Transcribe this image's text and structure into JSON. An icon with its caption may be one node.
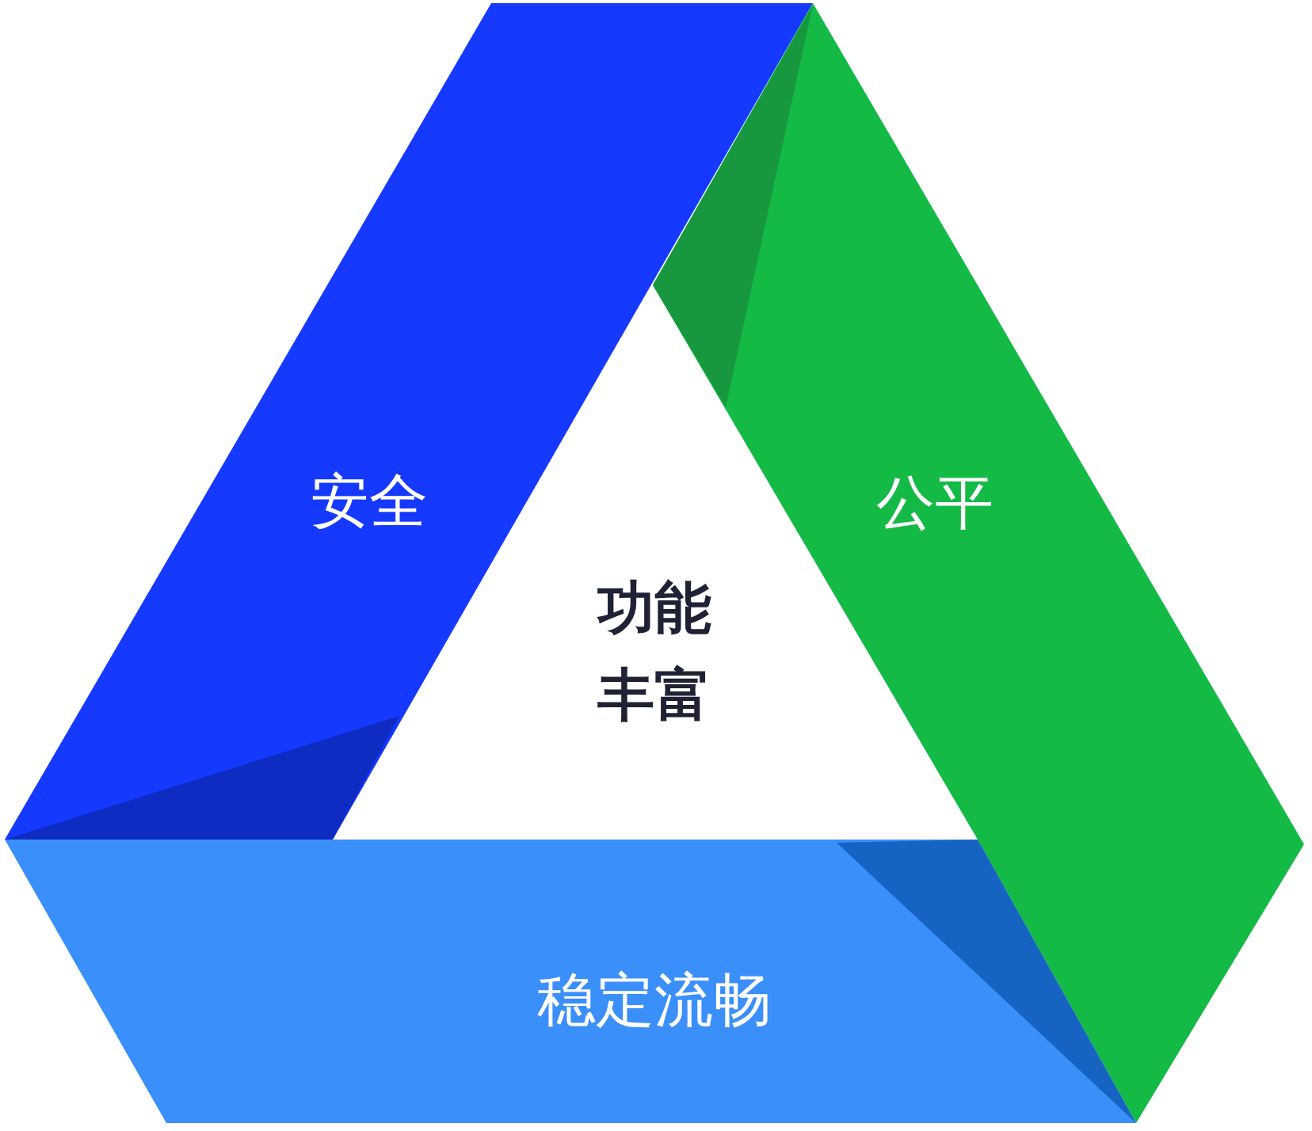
{
  "diagram": {
    "nodes": [
      {
        "text": [
          "安全"
        ]
      },
      {
        "text": [
          "公平"
        ]
      },
      {
        "text": [
          "稳定流畅"
        ]
      }
    ],
    "labels": [
      "功能丰富"
    ]
  }
}
